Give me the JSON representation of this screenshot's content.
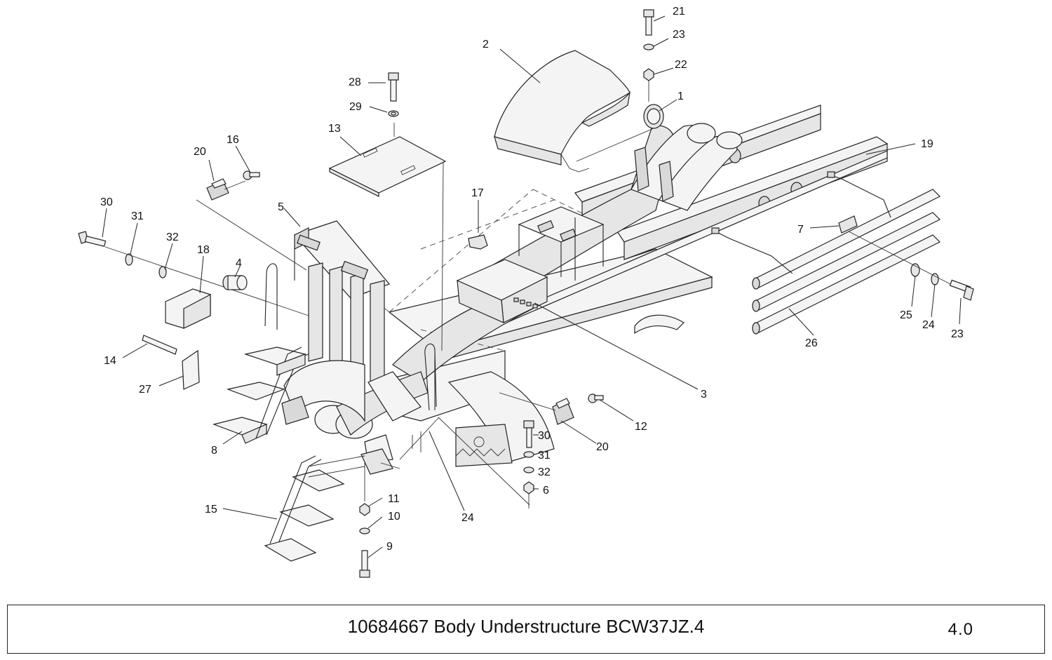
{
  "title_block": {
    "title": "10684667 Body Understructure BCW37JZ.4",
    "revision": "4.0"
  },
  "callouts": [
    "1",
    "2",
    "3",
    "4",
    "5",
    "6",
    "7",
    "8",
    "9",
    "10",
    "11",
    "12",
    "13",
    "14",
    "15",
    "16",
    "17",
    "18",
    "19",
    "20",
    "20",
    "21",
    "22",
    "23",
    "23",
    "24",
    "24",
    "25",
    "26",
    "27",
    "28",
    "29",
    "30",
    "30",
    "31",
    "31",
    "32",
    "32"
  ],
  "callout_labels": {
    "c1": "1",
    "c2": "2",
    "c3": "3",
    "c4": "4",
    "c5": "5",
    "c6": "6",
    "c7": "7",
    "c8": "8",
    "c9": "9",
    "c10": "10",
    "c11": "11",
    "c12": "12",
    "c13": "13",
    "c14": "14",
    "c15": "15",
    "c16": "16",
    "c17": "17",
    "c18": "18",
    "c19": "19",
    "c20a": "20",
    "c20b": "20",
    "c21": "21",
    "c22": "22",
    "c23a": "23",
    "c23b": "23",
    "c24a": "24",
    "c24b": "24",
    "c25": "25",
    "c26": "26",
    "c27": "27",
    "c28": "28",
    "c29": "29",
    "c30a": "30",
    "c30b": "30",
    "c31a": "31",
    "c31b": "31",
    "c32a": "32",
    "c32b": "32"
  }
}
